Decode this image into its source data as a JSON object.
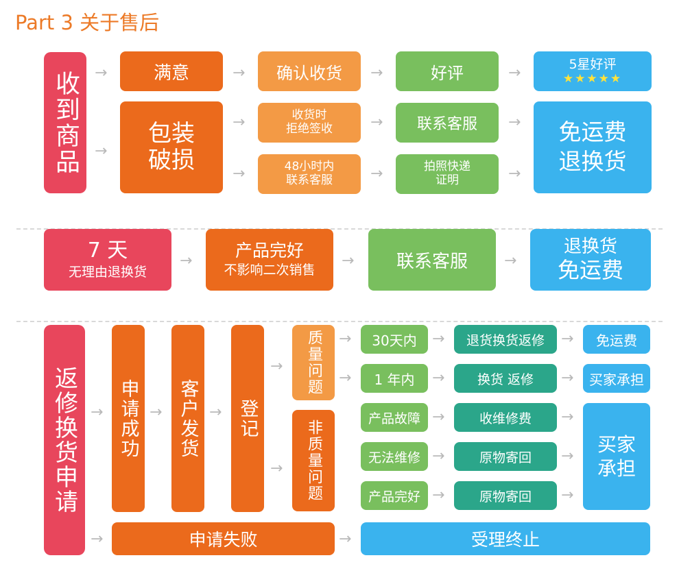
{
  "title": "Part 3 关于售后",
  "arrow_glyph": "→",
  "section1": {
    "received": "收到商品",
    "satisfied": "满意",
    "confirm_receipt": "确认收货",
    "good_review": "好评",
    "five_star_review": "5星好评",
    "stars": "★★★★★",
    "damaged": [
      "包装",
      "破损"
    ],
    "refuse_line1": "收货时",
    "refuse_line2": "拒绝签收",
    "contact_48_line1": "48小时内",
    "contact_48_line2": "联系客服",
    "contact_cs": "联系客服",
    "photo_line1": "拍照快递",
    "photo_line2": "证明",
    "free_return_line1": "免运费",
    "free_return_line2": "退换货"
  },
  "section2": {
    "seven_days": "7 天",
    "no_reason": "无理由退换货",
    "intact": "产品完好",
    "no_resale": "不影响二次销售",
    "contact_cs": "联系客服",
    "return_exchange": "退换货",
    "free_shipping": "免运费"
  },
  "section3": {
    "apply": "返修换货申请",
    "success": "申请成功",
    "ship": "客户发货",
    "register": "登记",
    "quality_issue": "质量问题",
    "non_quality_issue": "非质量问题",
    "within_30": "30天内",
    "within_1y": "1 年内",
    "fault": "产品故障",
    "unrepairable": "无法维修",
    "intact": "产品完好",
    "return_exchange_repair": "退货换货返修",
    "exchange_repair": "换货 返修",
    "repair_fee": "收维修费",
    "send_back_1": "原物寄回",
    "send_back_2": "原物寄回",
    "free_shipping": "免运费",
    "buyer_pays": "买家承担",
    "buyer_pays_big": [
      "买家",
      "承担"
    ],
    "fail": "申请失败",
    "terminated": "受理终止"
  }
}
